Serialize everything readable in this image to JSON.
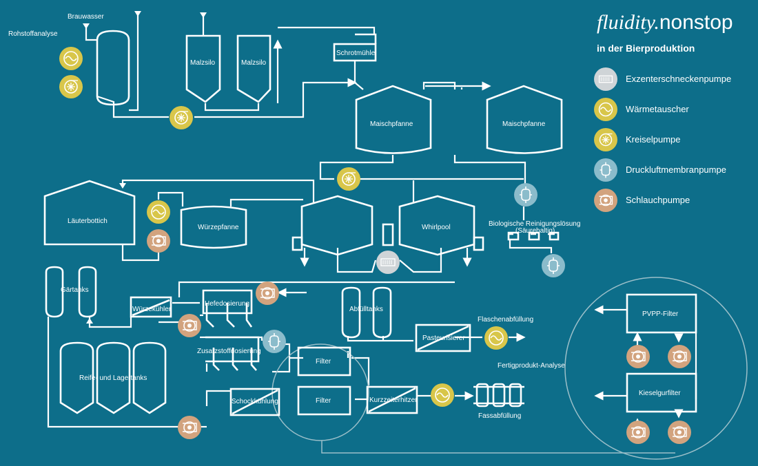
{
  "brand": {
    "part1": "fluidity.",
    "part2": "nonstop"
  },
  "subtitle": "in der Bierproduktion",
  "legend": [
    {
      "label": "Exzenterschneckenpumpe",
      "color": "#cfd4d7"
    },
    {
      "label": "Wärmetauscher",
      "color": "#d8c64a"
    },
    {
      "label": "Kreiselpumpe",
      "color": "#d8c64a"
    },
    {
      "label": "Druckluftmembranpumpe",
      "color": "#8bbccb"
    },
    {
      "label": "Schlauchpumpe",
      "color": "#d2a37e"
    }
  ],
  "labels": {
    "rohstoffanalyse": "Rohstoffanalyse",
    "brauwasser": "Brauwasser",
    "malzsilo1": "Malzsilo",
    "malzsilo2": "Malzsilo",
    "schrotmuehle": "Schrotmühle",
    "maischpfanne1": "Maischpfanne",
    "maischpfanne2": "Maischpfanne",
    "laeuterbottich": "Läuterbottich",
    "wuerzepfanne": "Würzepfanne",
    "whirlpool": "Whirlpool",
    "biologisch1": "Biologische Reinigungslösung",
    "biologisch2": "(Säurehaltig)",
    "gaertanks": "Gärtanks",
    "wuerzekuehler": "Würzekühler",
    "hefedosierung": "Hefedosierung",
    "abfuelltanks": "Abfülltanks",
    "flaschenabfuellung": "Flaschenabfüllung",
    "pasteurisierer": "Pasteurisierer",
    "zusatzstoffdosierung": "Zusatzstoffdosierung",
    "reife": "Reife- und Lagertanks",
    "filter1": "Filter",
    "filter2": "Filter",
    "schockkuehlung": "Schockkühlung",
    "kurzzeiterhitzer": "Kurzzeiterhitzer",
    "fassabfuellung": "Fassabfüllung",
    "fertigprodukt": "Fertigprodukt-Analyse",
    "pvpp": "PVPP-Filter",
    "kieselgur": "Kieselgurfilter"
  }
}
